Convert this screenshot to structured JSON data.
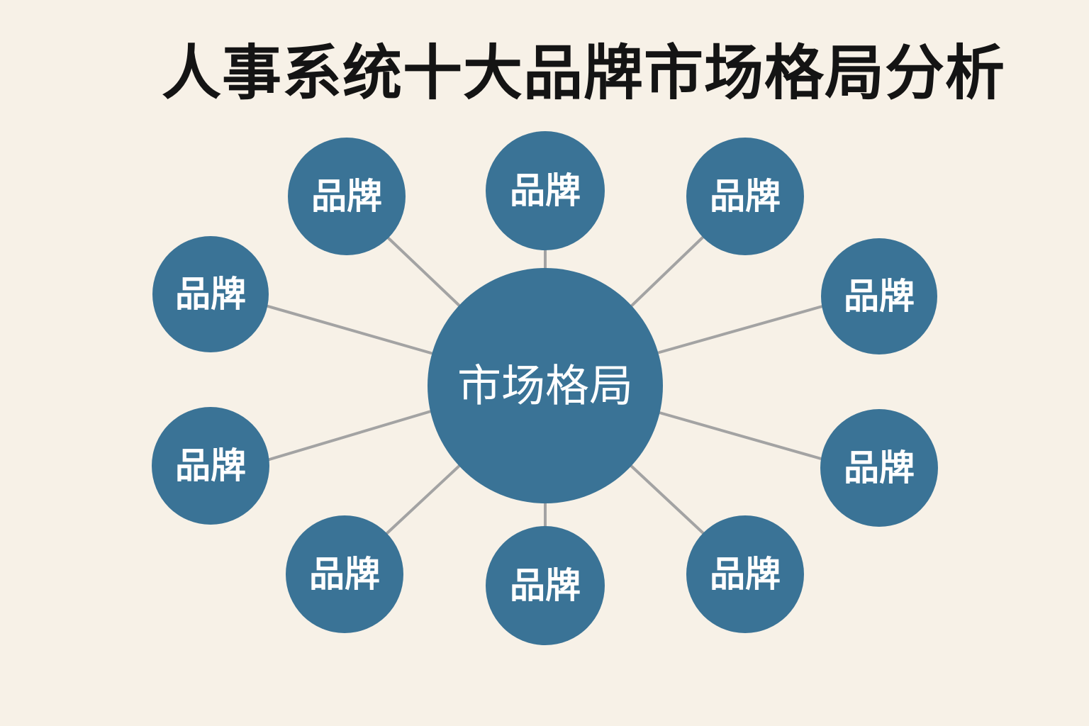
{
  "title": "人事系统十大品牌市场格局分析",
  "center": {
    "label": "市场格局"
  },
  "brands": [
    {
      "label": "品牌"
    },
    {
      "label": "品牌"
    },
    {
      "label": "品牌"
    },
    {
      "label": "品牌"
    },
    {
      "label": "品牌"
    },
    {
      "label": "品牌"
    },
    {
      "label": "品牌"
    },
    {
      "label": "品牌"
    },
    {
      "label": "品牌"
    },
    {
      "label": "品牌"
    }
  ],
  "colors": {
    "background": "#f7f1e7",
    "node": "#3a7396",
    "edge": "#a3a3a3",
    "title": "#141414",
    "label": "#ffffff"
  }
}
